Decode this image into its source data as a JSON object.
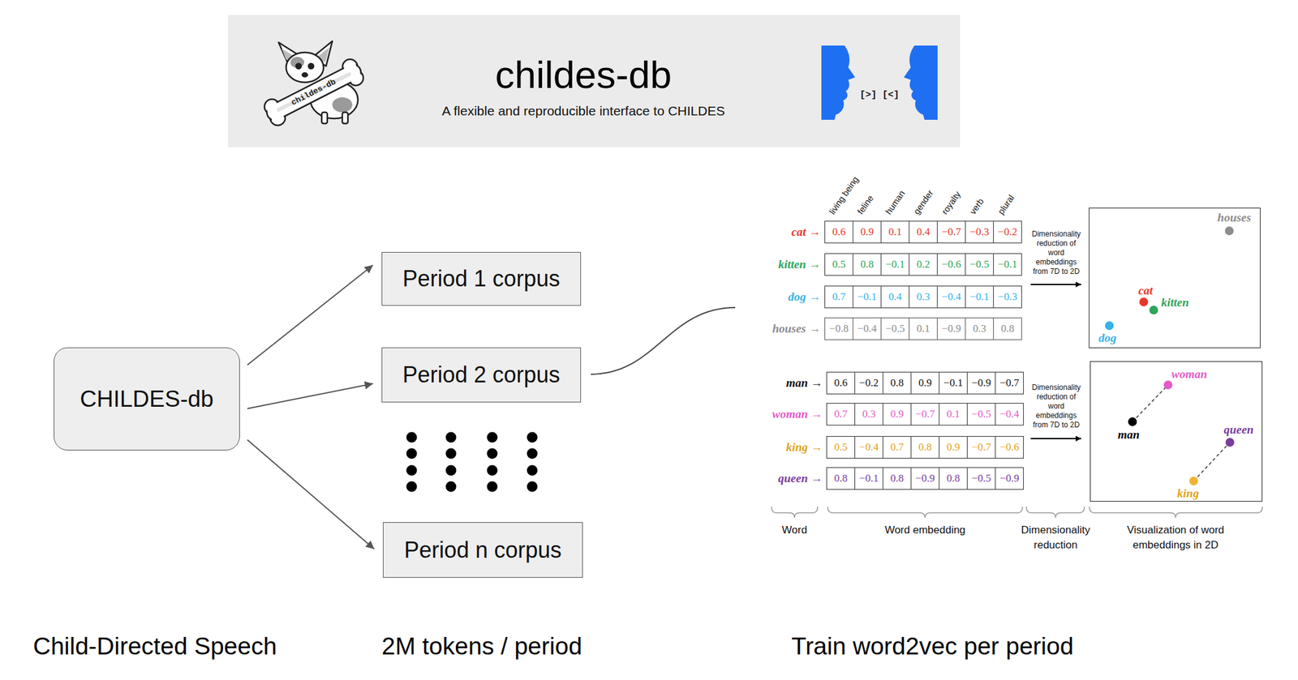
{
  "diagram": {
    "nodes": [
      {
        "text": [
          "childes-db",
          "A flexible and reproducible interface to CHILDES"
        ]
      },
      {
        "text": [
          "CHILDES-db"
        ]
      },
      {
        "text": [
          "Period 1 corpus"
        ]
      },
      {
        "text": [
          "Period 2 corpus"
        ]
      },
      {
        "text": [
          "Period n corpus"
        ]
      },
      {
        "text": [
          "houses",
          "cat",
          "kitten",
          "dog"
        ]
      },
      {
        "text": [
          "woman",
          "man",
          "queen",
          "king"
        ]
      }
    ],
    "edges": [
      {
        "from": 1,
        "to": 2,
        "arrow": "to"
      },
      {
        "from": 1,
        "to": 3,
        "arrow": "to"
      },
      {
        "from": 1,
        "to": 4,
        "arrow": "to"
      }
    ],
    "labels": [
      "childes-db",
      "[>] [<]",
      "living being",
      "feline",
      "human",
      "gender",
      "royalty",
      "verb",
      "plural",
      "cat →",
      "0.6",
      "0.9",
      "0.1",
      "0.4",
      "−0.7",
      "−0.3",
      "−0.2",
      "kitten →",
      "0.5",
      "0.8",
      "−0.1",
      "0.2",
      "−0.6",
      "−0.5",
      "−0.1",
      "dog →",
      "0.7",
      "−0.1",
      "0.4",
      "0.3",
      "−0.4",
      "−0.1",
      "−0.3",
      "houses →",
      "−0.8",
      "−0.4",
      "−0.5",
      "0.1",
      "−0.9",
      "0.3",
      "0.8",
      "Dimensionality reduction of word embeddings from 7D to 2D",
      "man →",
      "0.6",
      "−0.2",
      "0.8",
      "0.9",
      "−0.1",
      "−0.9",
      "−0.7",
      "woman →",
      "0.7",
      "0.3",
      "0.9",
      "−0.7",
      "0.1",
      "−0.5",
      "−0.4",
      "king →",
      "0.5",
      "−0.4",
      "0.7",
      "0.8",
      "0.9",
      "−0.7",
      "−0.6",
      "queen →",
      "0.8",
      "−0.1",
      "0.8",
      "−0.9",
      "0.8",
      "−0.5",
      "−0.9",
      "Dimensionality reduction of word embeddings from 7D to 2D",
      "Word",
      "Word embedding",
      "Dimensionality reduction",
      "Visualization of word embeddings in 2D",
      "Child-Directed Speech",
      "2M tokens / period",
      "Train word2vec per period"
    ]
  }
}
